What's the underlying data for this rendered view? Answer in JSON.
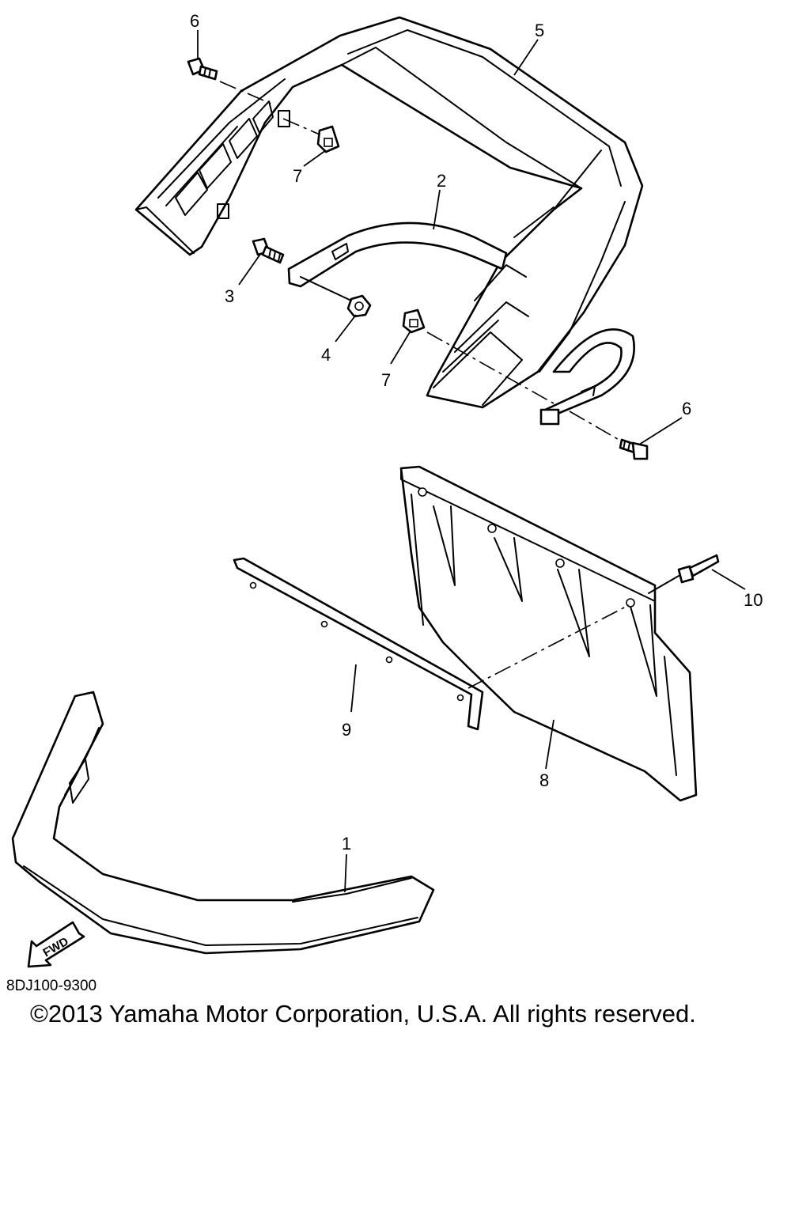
{
  "diagram": {
    "callouts": {
      "c1": "1",
      "c2": "2",
      "c3": "3",
      "c4": "4",
      "c5": "5",
      "c6a": "6",
      "c6b": "6",
      "c7a": "7",
      "c7b": "7",
      "c8": "8",
      "c9": "9",
      "c10": "10"
    },
    "fwd_label": "FWD"
  },
  "footer": {
    "code": "8DJ100-9300",
    "copyright": "©2013 Yamaha Motor Corporation, U.S.A. All rights reserved."
  }
}
